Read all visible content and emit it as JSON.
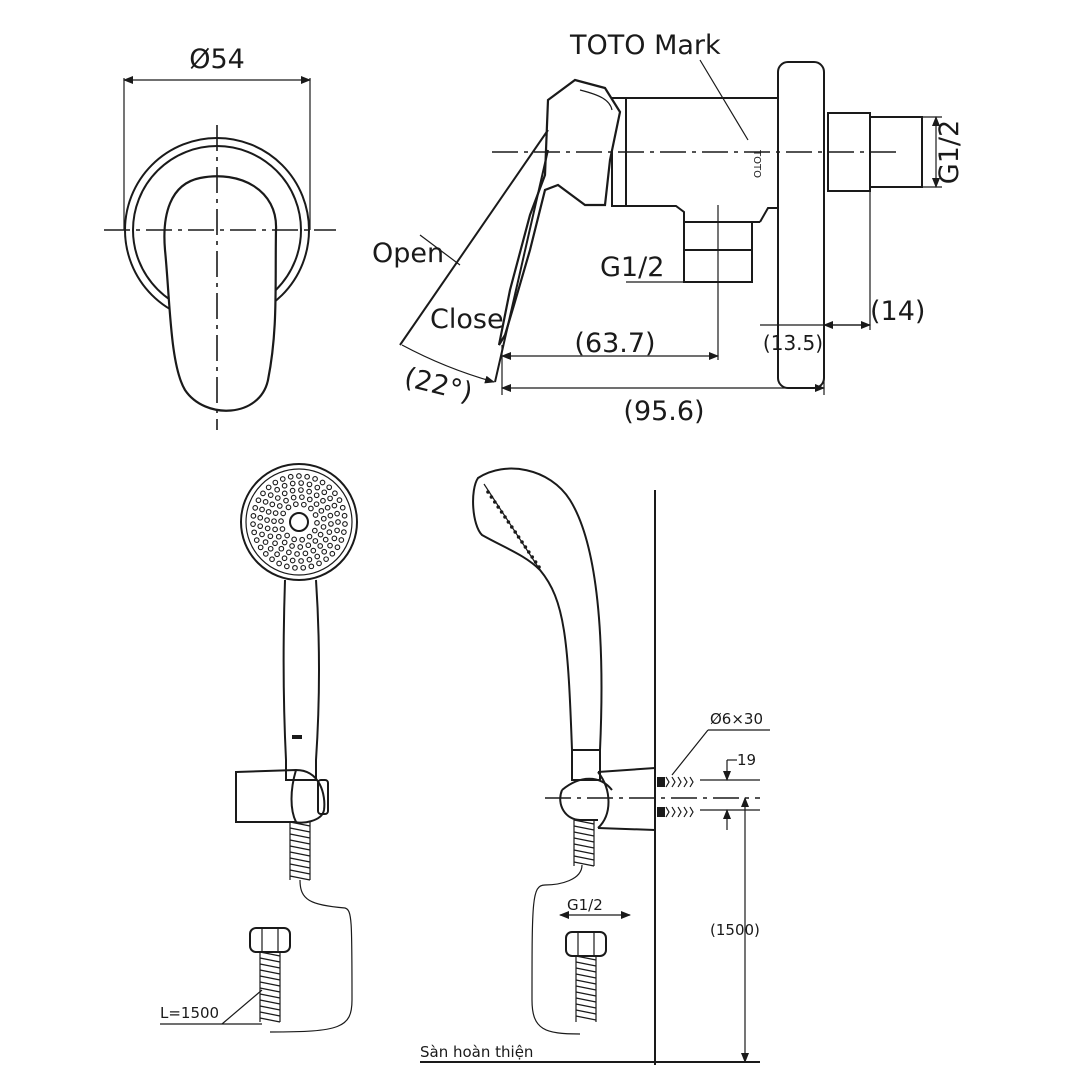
{
  "labels": {
    "diameter_54": "Ø54",
    "toto_mark": "TOTO Mark",
    "thread_right": "G1/2",
    "thread_outlet": "G1/2",
    "open": "Open",
    "close": "Close",
    "angle": "(22°)",
    "dim_63_7": "(63.7)",
    "dim_95_6": "(95.6)",
    "dim_13_5": "(13.5)",
    "dim_14": "(14)",
    "anchor": "Ø6×30",
    "dim_19": "19",
    "thread_hose": "G1/2",
    "dim_1500": "(1500)",
    "hose_length": "L=1500",
    "floor": "Sàn hoàn thiện",
    "logo_text": "TOTO"
  },
  "colors": {
    "line": "#1a1a1a",
    "background": "#ffffff"
  }
}
